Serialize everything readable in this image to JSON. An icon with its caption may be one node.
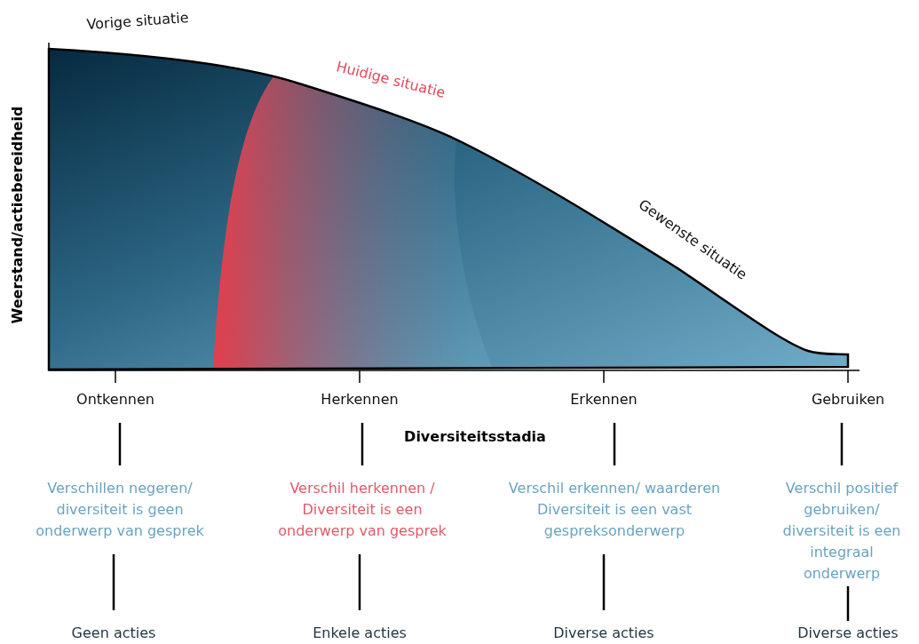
{
  "diagram": {
    "nodes": [
      {
        "text": [
          "Ontkennen"
        ]
      },
      {
        "text": [
          "Herkennen"
        ]
      },
      {
        "text": [
          "Erkennen"
        ]
      },
      {
        "text": [
          "Gebruiken"
        ]
      },
      {
        "text": [
          "Verschillen negeren/ diversiteit is geen onderwerp van gesprek"
        ]
      },
      {
        "text": [
          "Verschil herkennen / Diversiteit is een onderwerp van gesprek"
        ]
      },
      {
        "text": [
          "Verschil erkennen/ waarderen Diversiteit is een vast gespreksonderwerp"
        ]
      },
      {
        "text": [
          "Verschil positief gebruiken/ diversiteit is een integraal onderwerp"
        ]
      },
      {
        "text": [
          "Geen acties"
        ]
      },
      {
        "text": [
          "Enkele acties"
        ]
      },
      {
        "text": [
          "Diverse acties"
        ]
      },
      {
        "text": [
          "Diverse acties"
        ]
      }
    ],
    "edges": [
      {
        "from": 0,
        "to": 4,
        "arrow": "none"
      },
      {
        "from": 1,
        "to": 5,
        "arrow": "none"
      },
      {
        "from": 2,
        "to": 6,
        "arrow": "none"
      },
      {
        "from": 3,
        "to": 7,
        "arrow": "none"
      },
      {
        "from": 4,
        "to": 8,
        "arrow": "none"
      },
      {
        "from": 5,
        "to": 9,
        "arrow": "none"
      },
      {
        "from": 6,
        "to": 10,
        "arrow": "none"
      },
      {
        "from": 7,
        "to": 11,
        "arrow": "none"
      }
    ],
    "labels": [
      "Vorige situatie",
      "Huidige situatie",
      "Weerstand/actiebereidheid",
      "Gewenste situatie",
      "Diversiteitsstadia"
    ]
  }
}
